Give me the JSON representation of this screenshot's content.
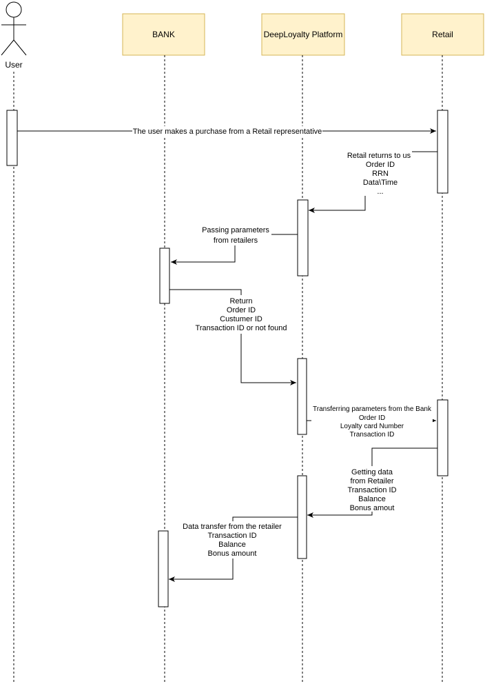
{
  "participants": {
    "user": "User",
    "bank": "BANK",
    "platform": "DeepLoyalty Platform",
    "retail": "Retail"
  },
  "messages": [
    {
      "id": "m1",
      "lines": [
        "The user makes a purchase from a Retail representative"
      ]
    },
    {
      "id": "m2",
      "lines": [
        "Retail returns to us",
        "Order ID",
        "RRN",
        "Data\\Time",
        "..."
      ]
    },
    {
      "id": "m3",
      "lines": [
        "Passing parameters",
        "from retailers"
      ]
    },
    {
      "id": "m4",
      "lines": [
        "Return",
        "Order ID",
        "Custumer ID",
        "Transaction ID or not found"
      ]
    },
    {
      "id": "m5",
      "lines": [
        "Transferring parameters from the Bank",
        "Order ID",
        "Loyalty card Number",
        "Transaction ID"
      ]
    },
    {
      "id": "m6",
      "lines": [
        "Getting data",
        "from Retailer",
        "Transaction ID",
        "Balance",
        "Bonus amout"
      ]
    },
    {
      "id": "m7",
      "lines": [
        "Data transfer from the retailer",
        "Transaction ID",
        "Balance",
        "Bonus amount"
      ]
    }
  ]
}
